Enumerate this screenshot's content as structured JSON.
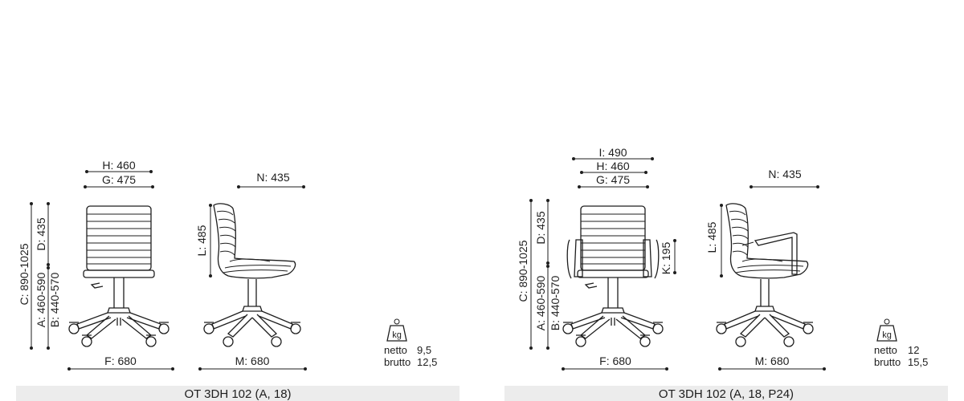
{
  "products": [
    {
      "caption": "OT 3DH 102 (A, 18)",
      "dims": {
        "H": "H: 460",
        "G": "G: 475",
        "N": "N: 435",
        "C": "C: 890-1025",
        "D": "D: 435",
        "A": "A: 460-590",
        "B": "B: 440-570",
        "L": "L: 485",
        "F": "F: 680",
        "M": "M: 680"
      },
      "weight": {
        "unit": "kg",
        "net_label": "netto",
        "net": "9,5",
        "gross_label": "brutto",
        "gross": "12,5"
      }
    },
    {
      "caption": "OT 3DH 102 (A, 18, P24)",
      "dims": {
        "I": "I: 490",
        "H": "H: 460",
        "G": "G: 475",
        "N": "N: 435",
        "C": "C: 890-1025",
        "D": "D: 435",
        "A": "A: 460-590",
        "B": "B: 440-570",
        "K": "K: 195",
        "L": "L: 485",
        "F": "F: 680",
        "M": "M: 680"
      },
      "weight": {
        "unit": "kg",
        "net_label": "netto",
        "net": "12",
        "gross_label": "brutto",
        "gross": "15,5"
      }
    }
  ],
  "icons": [
    "chair-front-icon",
    "chair-side-icon",
    "armchair-front-icon",
    "armchair-side-icon",
    "weight-icon"
  ]
}
